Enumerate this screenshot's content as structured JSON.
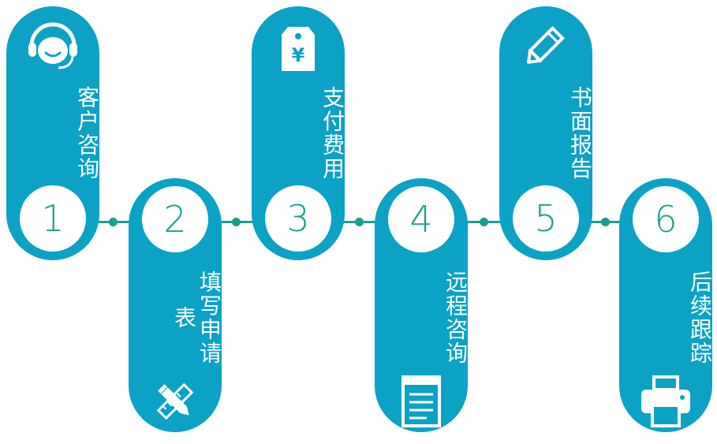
{
  "steps": [
    {
      "number": "1",
      "label": "客户咨询",
      "icon": "headset-icon"
    },
    {
      "number": "2",
      "label": "填写申请表",
      "icon": "pencil-ruler-icon"
    },
    {
      "number": "3",
      "label": "支付费用",
      "icon": "price-tag-icon"
    },
    {
      "number": "4",
      "label": "远程咨询",
      "icon": "document-icon"
    },
    {
      "number": "5",
      "label": "书面报告",
      "icon": "pencil-icon"
    },
    {
      "number": "6",
      "label": "后续跟踪",
      "icon": "printer-icon"
    }
  ],
  "colors": {
    "pill": "#0ba2c6",
    "number": "#1a9e8f",
    "connector": "#1a9e8f",
    "text": "#ffffff"
  }
}
